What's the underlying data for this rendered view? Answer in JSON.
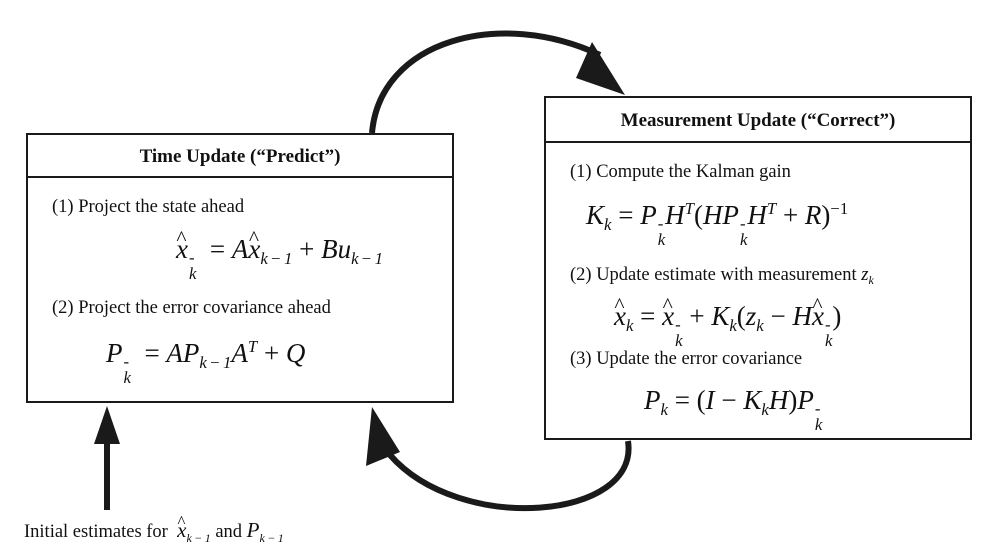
{
  "time_update": {
    "title": "Time Update (“Predict”)",
    "step1": "(1) Project the state ahead",
    "step2": "(2) Project the error covariance ahead"
  },
  "measurement_update": {
    "title": "Measurement Update (“Correct”)",
    "step1": "(1) Compute the Kalman gain",
    "step2": "(2) Update estimate with measurement",
    "step3": "(3) Update the error covariance"
  },
  "initial": {
    "prefix": "Initial estimates for",
    "conjunction": "and"
  },
  "colors": {
    "stroke": "#1a1a1a",
    "text": "#111111"
  }
}
